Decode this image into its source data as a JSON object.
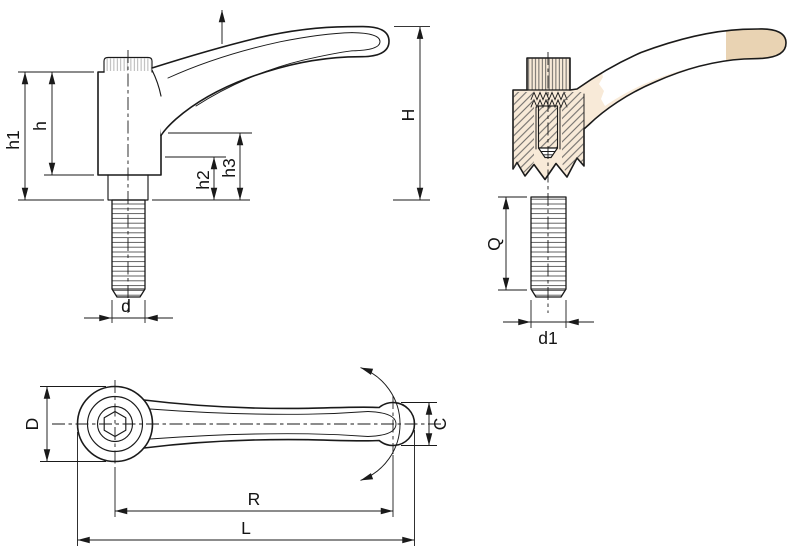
{
  "drawing": {
    "colors": {
      "line": "#1a1a1a",
      "section_fill": "#f8ead8",
      "section_tip": "#e9d3b3"
    },
    "views": {
      "front": {
        "labels": {
          "h1": "h1",
          "h": "h",
          "h2": "h2",
          "h3": "h3",
          "d": "d",
          "H": "H"
        }
      },
      "section": {
        "labels": {
          "Q": "Q",
          "d1": "d1"
        }
      },
      "top": {
        "labels": {
          "D": "D",
          "C": "C",
          "R": "R",
          "L": "L"
        }
      }
    }
  }
}
